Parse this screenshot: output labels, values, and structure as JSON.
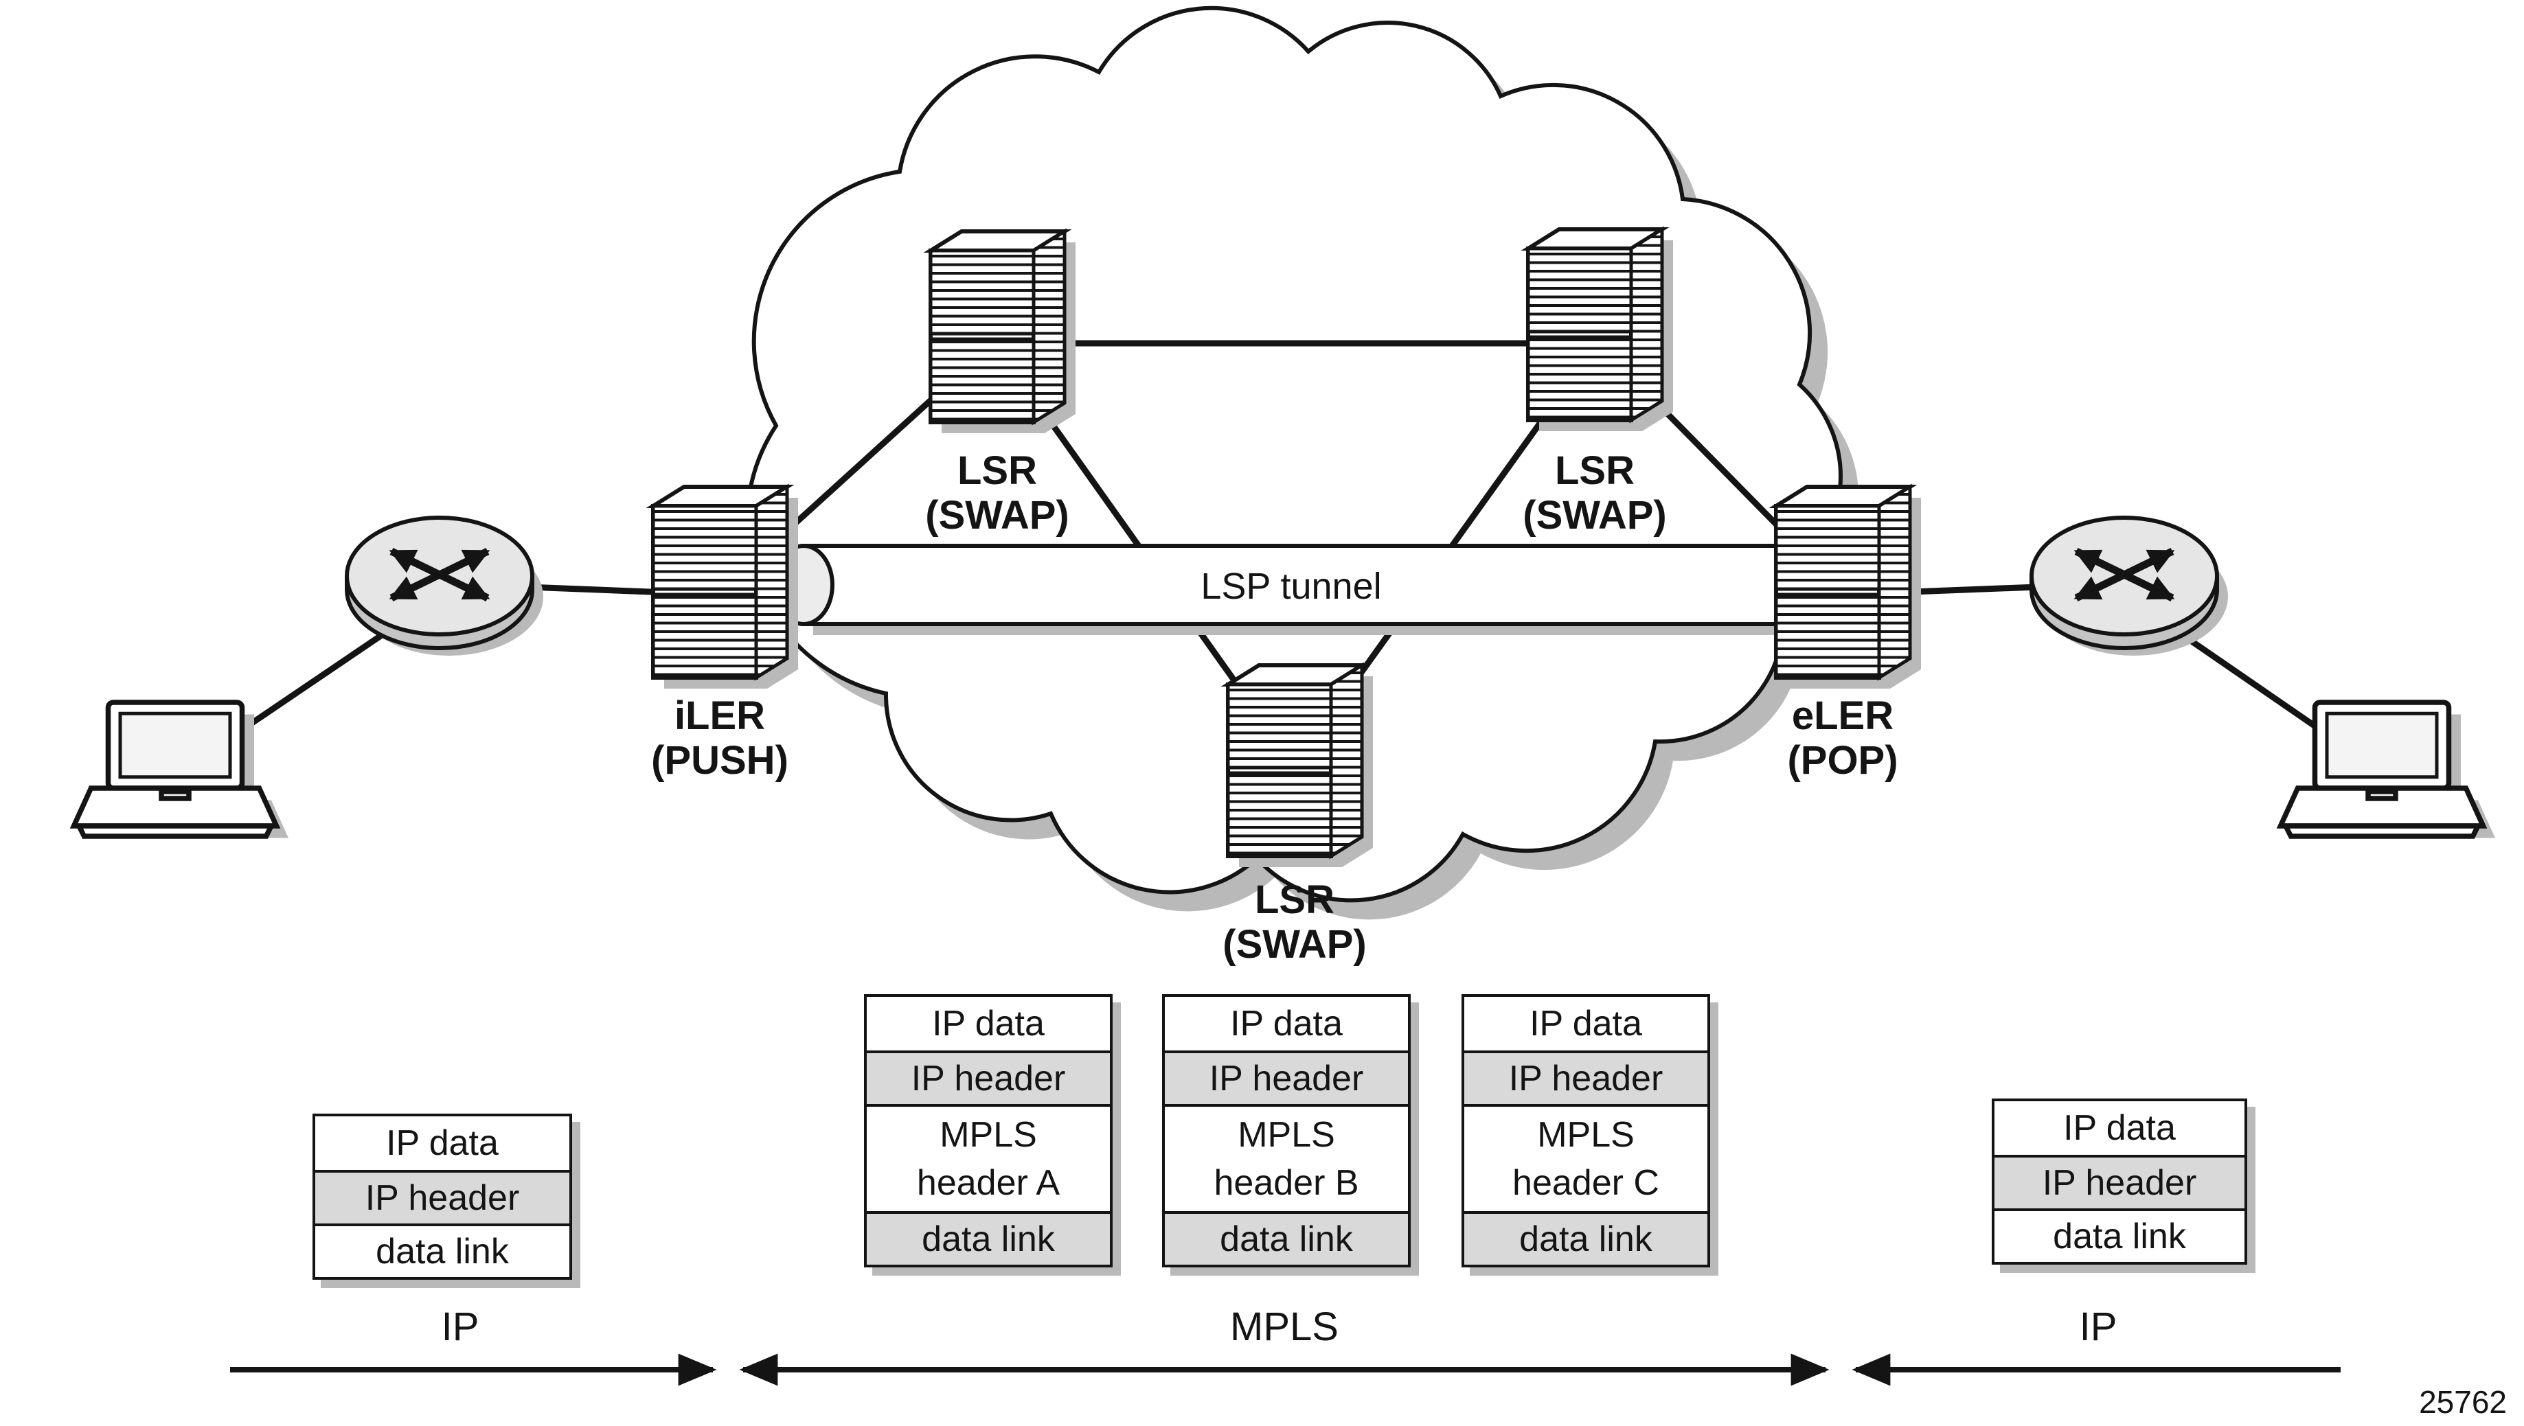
{
  "figure_number": "25762",
  "colors": {
    "line": "#141414",
    "shadow": "#b9b9b9",
    "row_shaded": "#d9d9d9",
    "tunnel_end": "#ececec",
    "router_top": "#e6e6e6",
    "router_side": "#c4c4c4"
  },
  "tunnel": {
    "label": "LSP tunnel"
  },
  "nodes": {
    "lsr_top_left": {
      "name": "LSR",
      "role": "(SWAP)"
    },
    "lsr_top_right": {
      "name": "LSR",
      "role": "(SWAP)"
    },
    "lsr_bottom": {
      "name": "LSR",
      "role": "(SWAP)"
    },
    "ingress_ler": {
      "name": "iLER",
      "role": "(PUSH)"
    },
    "egress_ler": {
      "name": "eLER",
      "role": "(POP)"
    }
  },
  "stacks": {
    "left": {
      "rows": [
        "IP data",
        "IP header",
        "data link"
      ]
    },
    "mpls_a": {
      "rows": [
        "IP data",
        "IP header",
        "MPLS\nheader A",
        "data link"
      ]
    },
    "mpls_b": {
      "rows": [
        "IP data",
        "IP header",
        "MPLS\nheader B",
        "data link"
      ]
    },
    "mpls_c": {
      "rows": [
        "IP data",
        "IP header",
        "MPLS\nheader C",
        "data link"
      ]
    },
    "right": {
      "rows": [
        "IP data",
        "IP header",
        "data link"
      ]
    }
  },
  "regions": {
    "left": "IP",
    "middle": "MPLS",
    "right": "IP"
  }
}
